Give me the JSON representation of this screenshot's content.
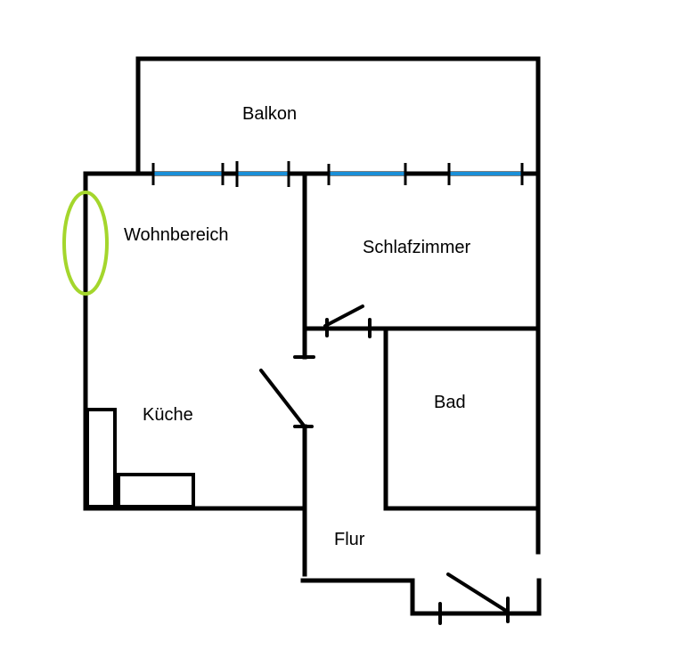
{
  "rooms": {
    "balkon": "Balkon",
    "wohnbereich": "Wohnbereich",
    "schlafzimmer": "Schlafzimmer",
    "kueche": "Küche",
    "bad": "Bad",
    "flur": "Flur"
  },
  "colors": {
    "wall": "#000000",
    "window": "#1a8fd8",
    "highlight": "#a4d62c",
    "background": "#ffffff"
  }
}
